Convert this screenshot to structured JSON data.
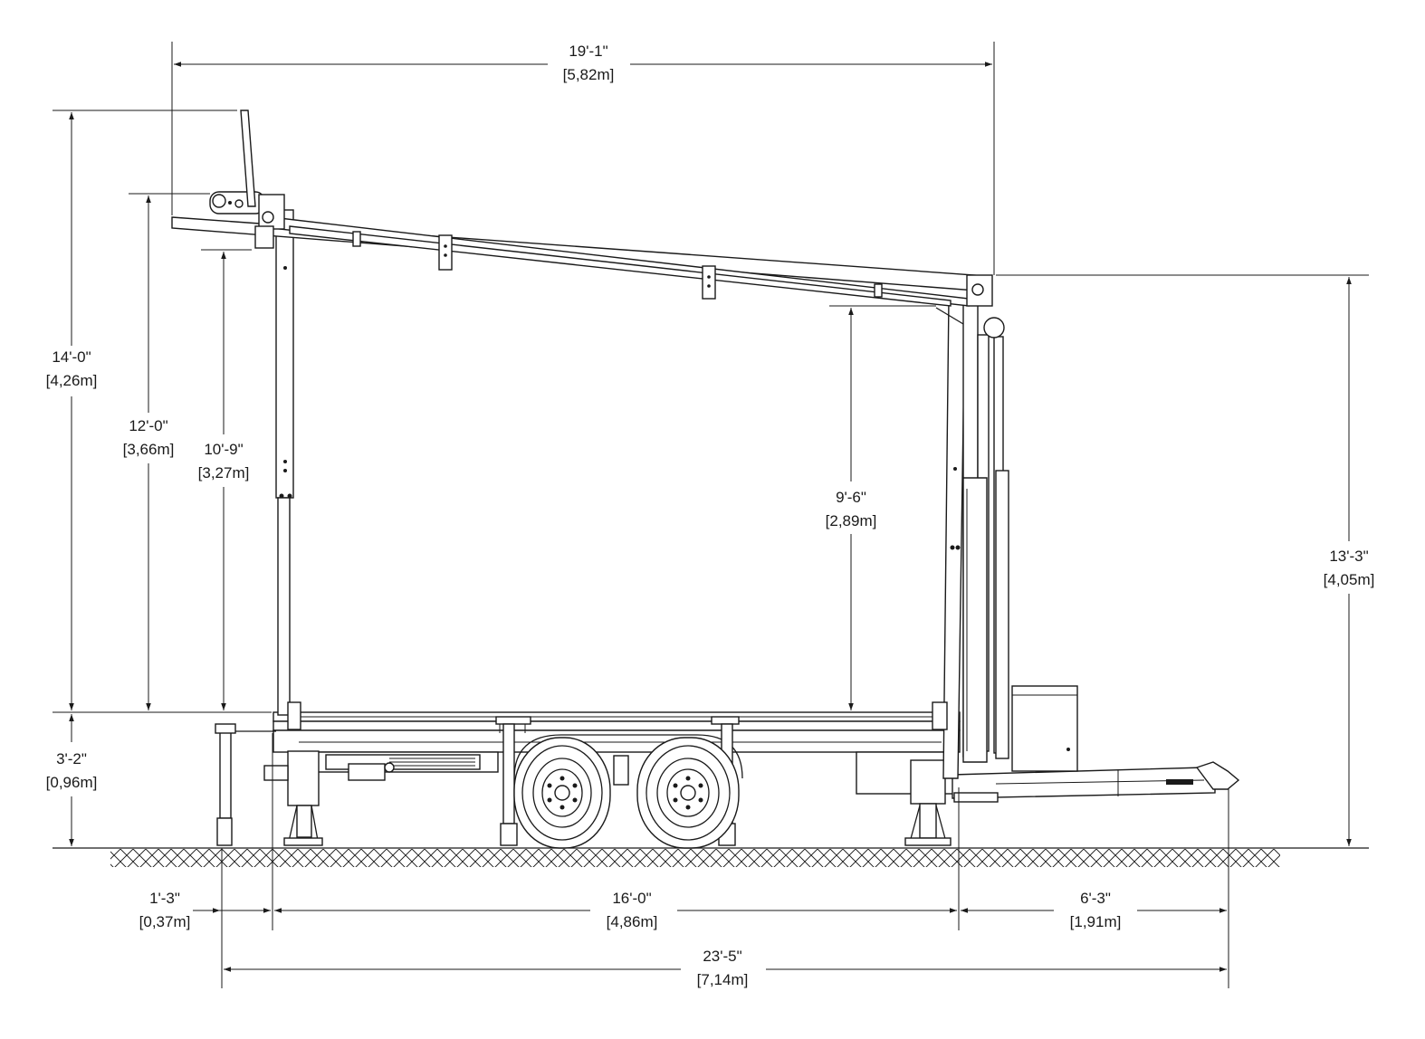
{
  "dimensions": {
    "overall_width": {
      "imperial": "19'-1\"",
      "metric": "[5,82m]"
    },
    "total_height": {
      "imperial": "14'-0\"",
      "metric": "[4,26m]"
    },
    "canopy_height": {
      "imperial": "12'-0\"",
      "metric": "[3,66m]"
    },
    "clear_height": {
      "imperial": "10'-9\"",
      "metric": "[3,27m]"
    },
    "rear_clearance": {
      "imperial": "9'-6\"",
      "metric": "[2,89m]"
    },
    "tongue_height": {
      "imperial": "13'-3\"",
      "metric": "[4,05m]"
    },
    "deck_height": {
      "imperial": "3'-2\"",
      "metric": "[0,96m]"
    },
    "front_overhang": {
      "imperial": "1'-3\"",
      "metric": "[0,37m]"
    },
    "deck_length": {
      "imperial": "16'-0\"",
      "metric": "[4,86m]"
    },
    "tongue_length": {
      "imperial": "6'-3\"",
      "metric": "[1,91m]"
    },
    "total_length": {
      "imperial": "23'-5\"",
      "metric": "[7,14m]"
    }
  }
}
